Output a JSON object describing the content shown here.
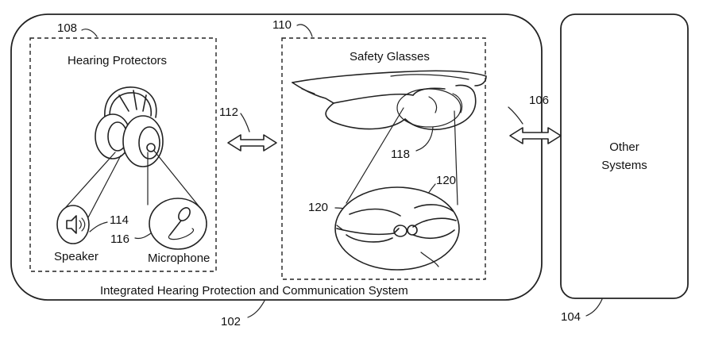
{
  "labels": {
    "hearing_protectors": "Hearing Protectors",
    "safety_glasses": "Safety Glasses",
    "speaker": "Speaker",
    "microphone": "Microphone",
    "other_systems_line1": "Other",
    "other_systems_line2": "Systems",
    "system_caption": "Integrated Hearing Protection and Communication System"
  },
  "refs": {
    "system": "102",
    "other_systems": "104",
    "external_link": "106",
    "hearing_protectors": "108",
    "safety_glasses": "110",
    "internal_link": "112",
    "speaker": "114",
    "microphone": "116",
    "lens": "118",
    "sensor_left": "120",
    "sensor_right": "120"
  },
  "colors": {
    "line": "#222222",
    "background": "#ffffff"
  }
}
